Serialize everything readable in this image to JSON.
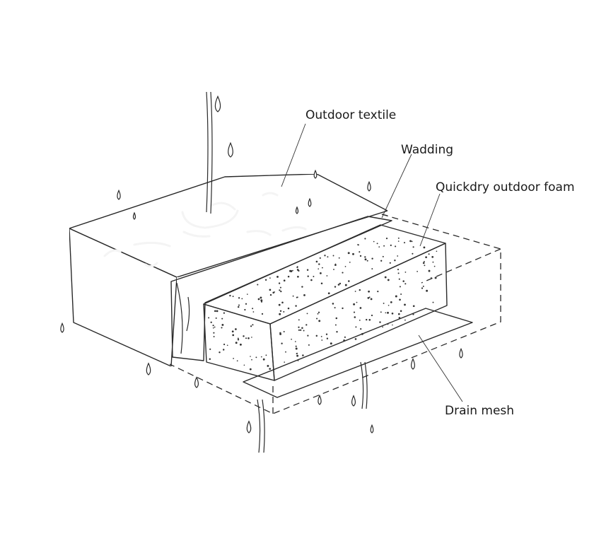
{
  "labels": {
    "outdoor_textile": "Outdoor textile",
    "wadding": "Wadding",
    "quickdry_foam": "Quickdry outdoor foam",
    "drain_mesh": "Drain mesh"
  },
  "colors": {
    "textile_top": "#8f8f8f",
    "textile_front": "#7a7a7a",
    "wadding": "#f5f5f5",
    "foam": "#ffffff",
    "line": "#2a2a2a"
  }
}
